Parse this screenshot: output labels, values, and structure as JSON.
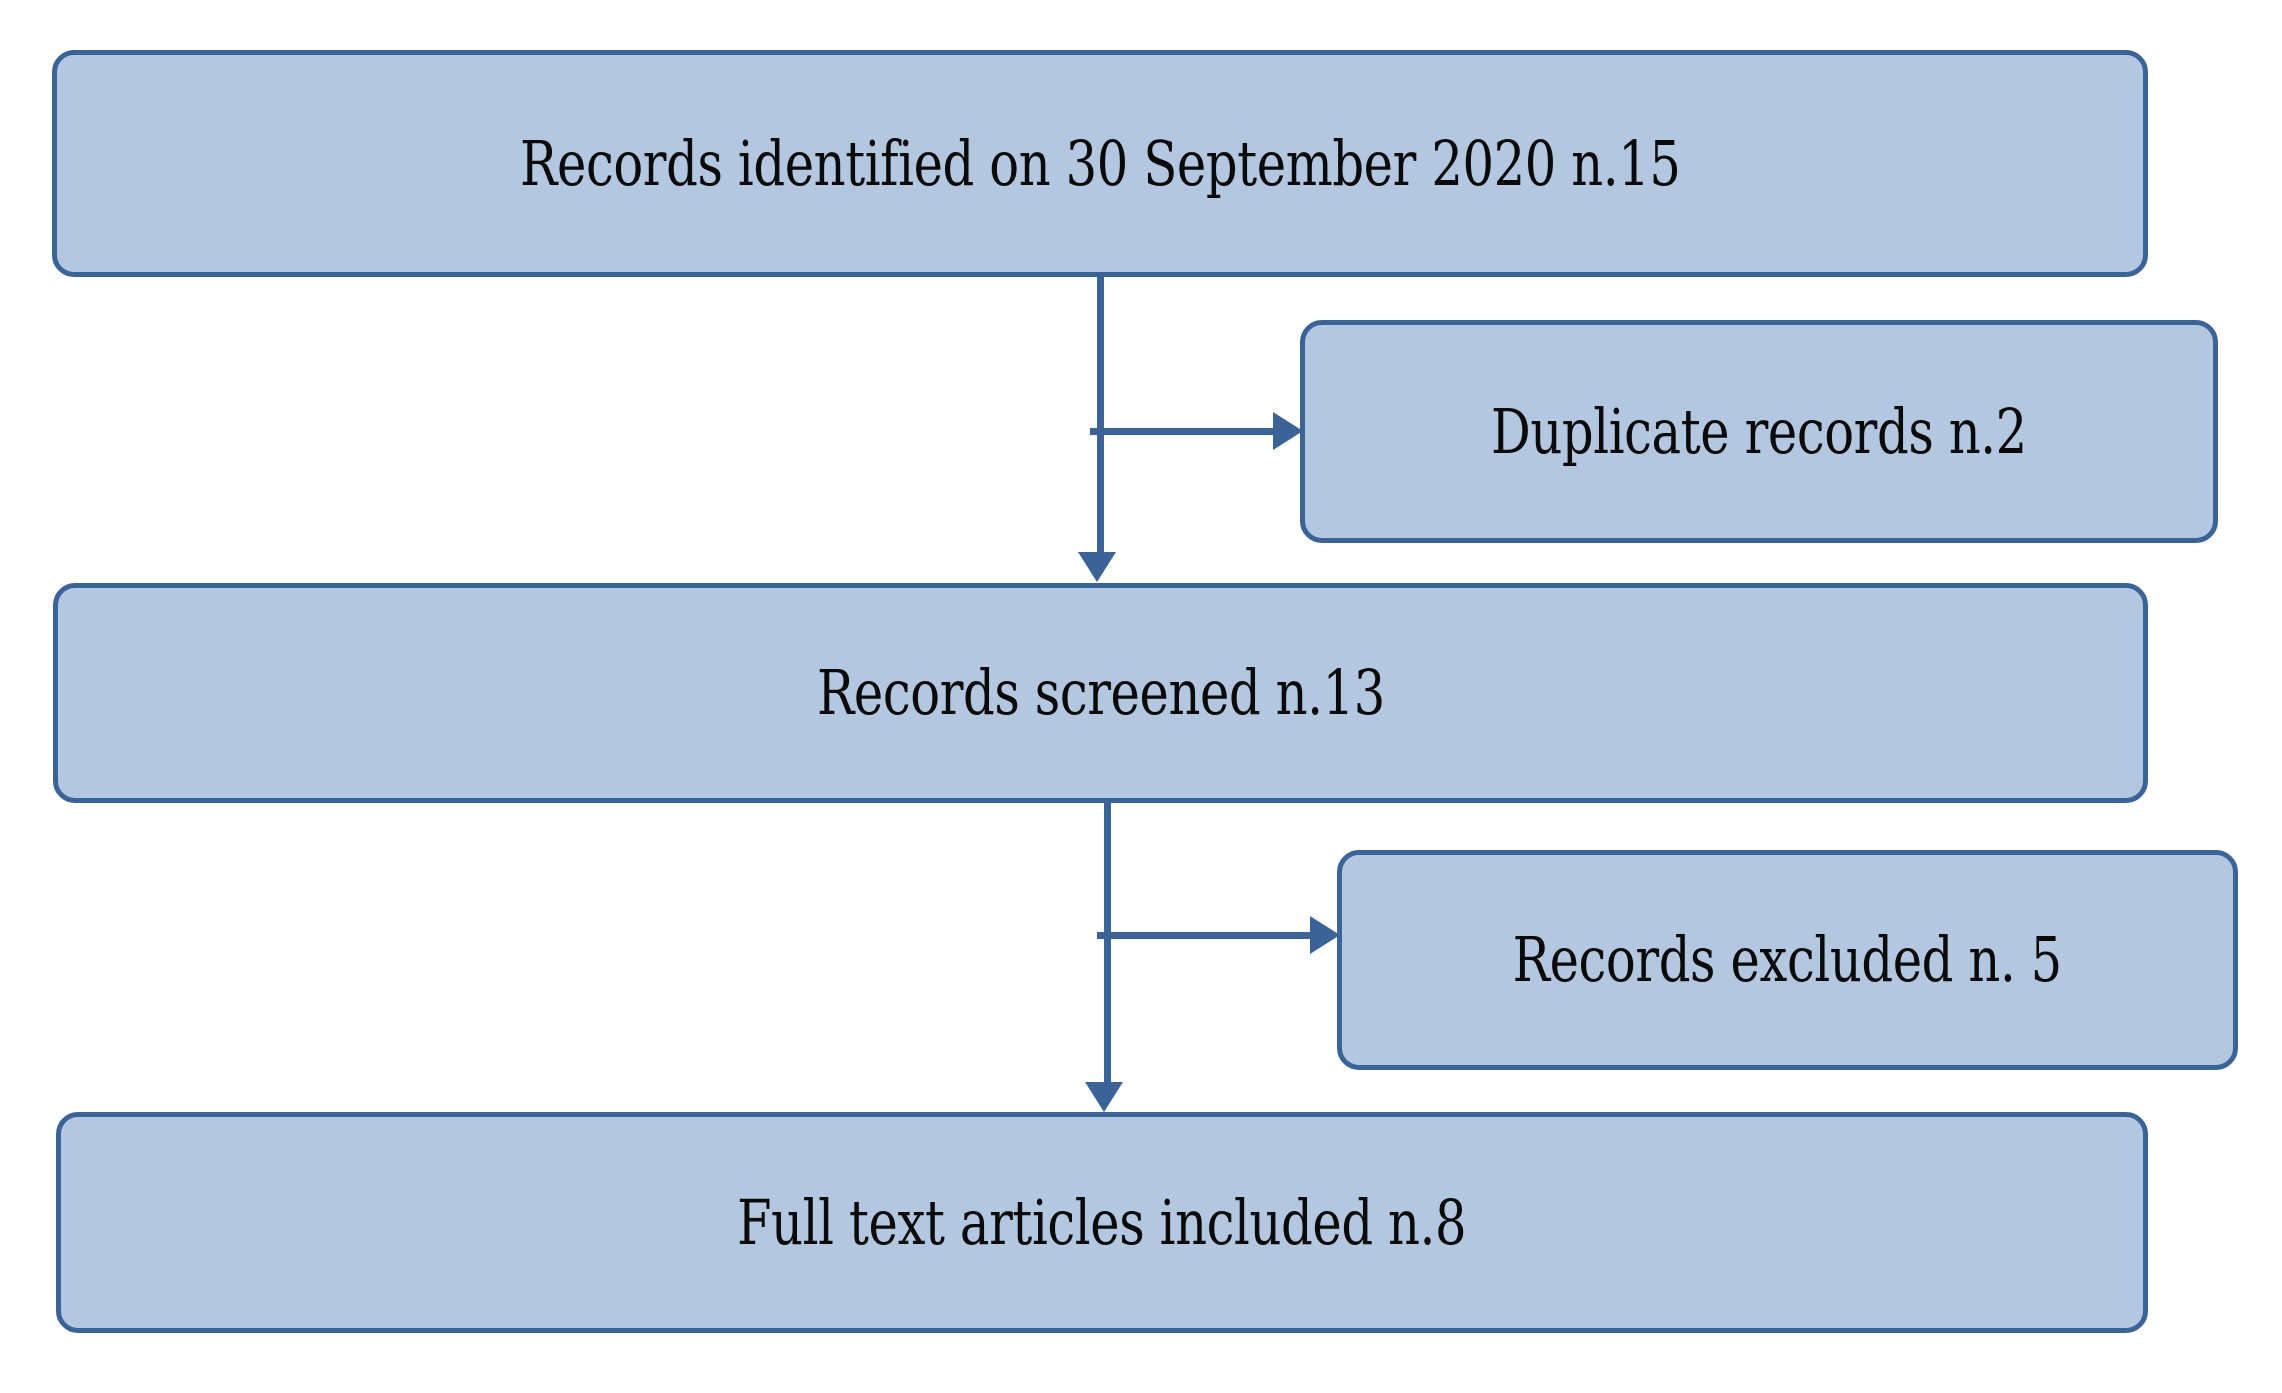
{
  "diagram": {
    "type": "prisma-flow-diagram",
    "colors": {
      "node_fill": "#b4c7e1",
      "node_border": "#3c6397",
      "connector": "#3c6397",
      "text": "#0a0a0a",
      "background": "#ffffff"
    },
    "nodes": [
      {
        "id": "identified",
        "label": "Records identified on 30 September 2020 n.15",
        "count": 15
      },
      {
        "id": "duplicates",
        "label": "Duplicate records n.2",
        "count": 2
      },
      {
        "id": "screened",
        "label": "Records screened n.13",
        "count": 13
      },
      {
        "id": "excluded",
        "label": "Records excluded n. 5",
        "count": 5
      },
      {
        "id": "included",
        "label": "Full text articles included n.8",
        "count": 8
      }
    ],
    "connectors": [
      {
        "id": "conn1",
        "from": "identified",
        "to": "screened",
        "direction": "down"
      },
      {
        "id": "conn2",
        "from": "identified",
        "to": "duplicates",
        "direction": "right"
      },
      {
        "id": "conn3",
        "from": "screened",
        "to": "included",
        "direction": "down"
      },
      {
        "id": "conn4",
        "from": "screened",
        "to": "excluded",
        "direction": "right"
      }
    ]
  }
}
